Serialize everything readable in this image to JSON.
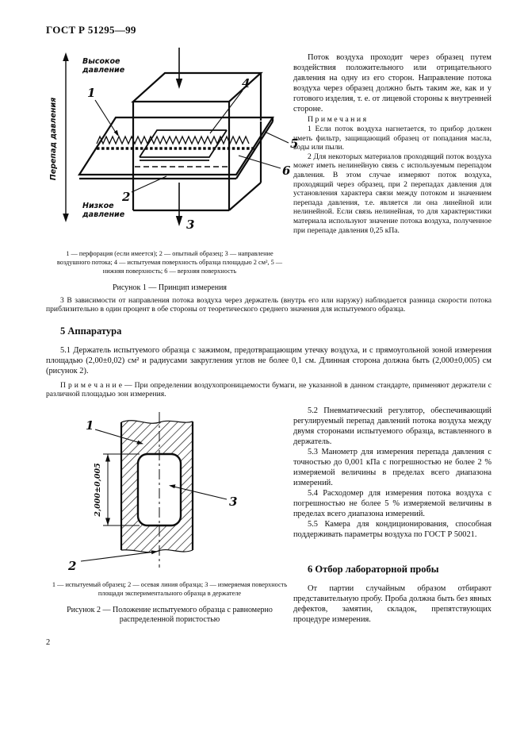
{
  "header": {
    "doc_code": "ГОСТ Р 51295—99"
  },
  "page": {
    "number": "2"
  },
  "figure1": {
    "labels": {
      "high_pressure_line1": "Высокое",
      "high_pressure_line2": "давление",
      "low_pressure_line1": "Низкое",
      "low_pressure_line2": "давление",
      "pressure_drop": "Перепад давления"
    },
    "callouts": {
      "c1": "1",
      "c2": "2",
      "c3": "3",
      "c4": "4",
      "c5": "5",
      "c6": "6"
    },
    "legend": "1 — перфорация (если имеется); 2 — опытный образец; 3 — направление воздушного потока; 4 — испытуемая поверхность образца площадью 2 см², 5 — нижняя поверхность; 6 — верхняя поверхность",
    "caption": "Рисунок 1 — Принцип измерения"
  },
  "intro": {
    "p1": "Поток воздуха проходит через образец путем воздействия положительного или отрицательного давления на одну из его сторон. Направление потока воздуха через образец должно быть таким же, как и у готового изделия, т. е. от лицевой стороны к внутренней стороне.",
    "notes_heading": "П р и м е ч а н и я",
    "note1": "1 Если поток воздуха нагнетается, то прибор должен иметь фильтр, защищающий образец от попадания масла, воды или пыли.",
    "note2": "2 Для некоторых материалов проходящий поток воздуха может иметь нелинейную связь с используемым перепадом давления. В этом случае измеряют поток воздуха, проходящий через образец, при 2 перепадах давления для установления характера связи между потоком и значением перепада давления, т.е. является ли она линейной или нелинейной. Если связь нелинейная, то для характеристики материала используют значение потока воздуха, полученное при перепаде давления 0,25 кПа.",
    "note3": "3 В зависимости от направления потока воздуха через держатель (внутрь его или наружу) наблюдается разница скорости потока приблизительно в один процент в обе стороны от теоретического среднего значения для испытуемого образца."
  },
  "section5": {
    "heading": "5 Аппаратура",
    "p51": "5.1 Держатель испытуемого образца с зажимом, предотвращающим утечку воздуха, и с прямоугольной зоной измерения площадью (2,00±0,02) см² и радиусами закругления углов не более 0,1 см. Длинная сторона должна быть (2,000±0,005) см (рисунок 2).",
    "note_label": "П р и м е ч а н и е",
    "note_rest": " — При определении воздухопроницаемости бумаги, не указанной в данном стандарте, применяют держатели с различной площадью зон измерения.",
    "p52": "5.2 Пневматический регулятор, обеспечивающий регулируемый перепад давлений потока воздуха между двумя сторонами испытуемого образца, вставленного в держатель.",
    "p53": "5.3 Манометр для измерения перепада давления с точностью до 0,001 кПа с погрешностью не более 2 % измеряемой величины в пределах всего диапазона измерений.",
    "p54": "5.4 Расходомер для измерения потока воздуха с погрешностью не более 5 % измеряемой величины в пределах всего диапазона измерений.",
    "p55": "5.5 Камера для кондиционирования, способная поддерживать параметры воздуха по ГОСТ Р 50021."
  },
  "section6": {
    "heading": "6 Отбор лабораторной пробы",
    "p1": "От партии случайным образом отбирают представительную пробу. Проба должна быть без явных дефектов, замятин, складок, препятствующих процедуре измерения."
  },
  "figure2": {
    "dimension": "2,000±0,005",
    "callouts": {
      "c1": "1",
      "c2": "2",
      "c3": "3"
    },
    "legend": "1 — испытуемый образец; 2 — осевая линия образца; 3 — измеряемая поверхность площади экспериментального образца в держателе",
    "caption": "Рисунок 2 — Положение испытуемого образца с равномерно распределенной пористостью"
  }
}
